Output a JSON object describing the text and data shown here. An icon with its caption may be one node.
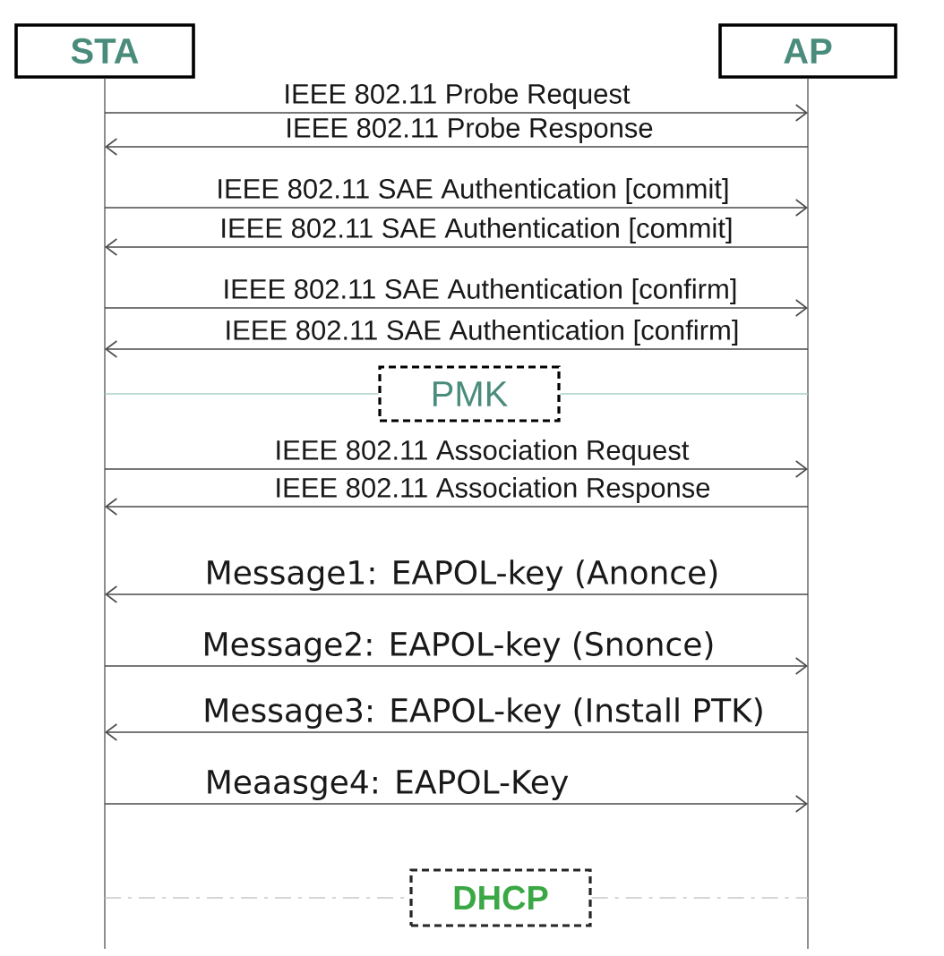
{
  "diagram": {
    "nodes": [
      {
        "text": [
          "STA"
        ]
      },
      {
        "text": [
          "AP"
        ]
      },
      {
        "text": [
          "PMK"
        ]
      },
      {
        "text": [
          "DHCP"
        ]
      }
    ],
    "edges": [
      {
        "from": 0,
        "to": 1,
        "arrow": "to",
        "label": "IEEE 802.11 Probe Request"
      },
      {
        "from": 1,
        "to": 0,
        "arrow": "to",
        "label": "IEEE 802.11 Probe Response"
      },
      {
        "from": 0,
        "to": 1,
        "arrow": "to",
        "label": "IEEE 802.11 SAE Authentication [commit]"
      },
      {
        "from": 1,
        "to": 0,
        "arrow": "to",
        "label": "IEEE 802.11 SAE Authentication [commit]"
      },
      {
        "from": 0,
        "to": 1,
        "arrow": "to",
        "label": "IEEE 802.11 SAE Authentication [confirm]"
      },
      {
        "from": 1,
        "to": 0,
        "arrow": "to",
        "label": "IEEE 802.11 SAE Authentication [confirm]"
      },
      {
        "from": 0,
        "to": 2,
        "arrow": "none",
        "color": "#a9d0c8"
      },
      {
        "from": 2,
        "to": 1,
        "arrow": "none",
        "color": "#a9d0c8"
      },
      {
        "from": 0,
        "to": 1,
        "arrow": "to",
        "label": "IEEE 802.11 Association Request"
      },
      {
        "from": 1,
        "to": 0,
        "arrow": "to",
        "label": "IEEE 802.11 Association Response"
      },
      {
        "from": 1,
        "to": 0,
        "arrow": "to",
        "label": "Message1: EAPOL-key (Anonce)"
      },
      {
        "from": 0,
        "to": 1,
        "arrow": "to",
        "label": "Message2: EAPOL-key (Snonce)"
      },
      {
        "from": 1,
        "to": 0,
        "arrow": "to",
        "label": "Message3: EAPOL-key (Install PTK)"
      },
      {
        "from": 0,
        "to": 1,
        "arrow": "to",
        "label": "Meaasge4: EAPOL-Key"
      },
      {
        "from": 0,
        "to": 3,
        "arrow": "none",
        "style": "dashed",
        "color": "#c8c8c8"
      },
      {
        "from": 3,
        "to": 1,
        "arrow": "none",
        "style": "dashed",
        "color": "#c8c8c8"
      }
    ]
  }
}
